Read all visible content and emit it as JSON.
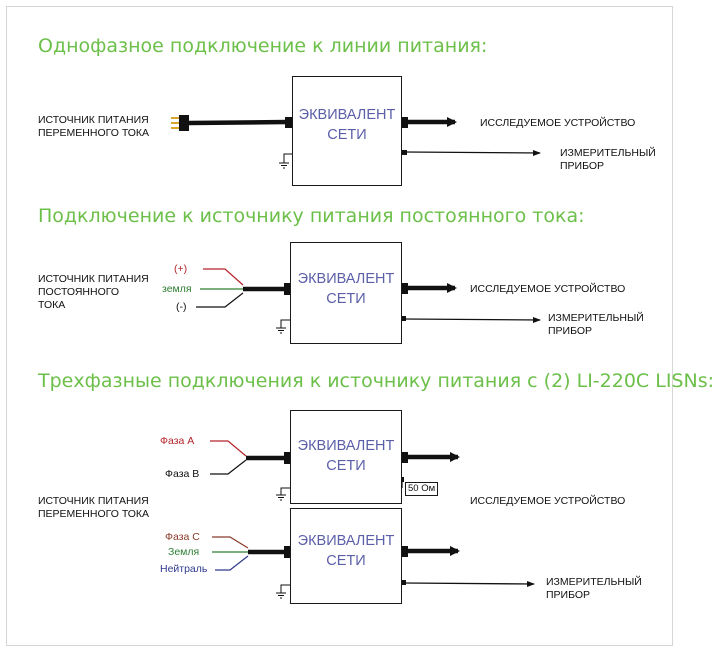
{
  "section1": {
    "title": "Однофазное подключение к линии питания:",
    "source": [
      "ИСТОЧНИК ПИТАНИЯ",
      "ПЕРЕМЕННОГО ТОКА"
    ],
    "box": [
      "ЭКВИВАЛЕНТ",
      "СЕТИ"
    ],
    "device": "ИССЛЕДУЕМОЕ УСТРОЙСТВО",
    "meter": [
      "ИЗМЕРИТЕЛЬНЫЙ",
      "ПРИБОР"
    ]
  },
  "section2": {
    "title": "Подключение к источнику питания постоянного тока:",
    "source": [
      "ИСТОЧНИК ПИТАНИЯ",
      "ПОСТОЯННОГО",
      "ТОКА"
    ],
    "plus": "(+)",
    "ground": "земля",
    "minus": "(-)",
    "box": [
      "ЭКВИВАЛЕНТ",
      "СЕТИ"
    ],
    "device": "ИССЛЕДУЕМОЕ УСТРОЙСТВО",
    "meter": [
      "ИЗМЕРИТЕЛЬНЫЙ",
      "ПРИБОР"
    ]
  },
  "section3": {
    "title": "Трехфазные подключения к источнику питания с (2) LI-220C LISNs:",
    "phase_a": "Фаза  A",
    "phase_b": "Фаза  B",
    "phase_c": "Фаза  C",
    "ground": "Земля",
    "neutral": "Нейтраль",
    "source": [
      "ИСТОЧНИК ПИТАНИЯ",
      "ПЕРЕМЕННОГО ТОКА"
    ],
    "box_top": [
      "ЭКВИВАЛЕНТ",
      "СЕТИ"
    ],
    "box_bottom": [
      "ЭКВИВАЛЕНТ",
      "СЕТИ"
    ],
    "resistor": "50 Ом",
    "device": "ИССЛЕДУЕМОЕ УСТРОЙСТВО",
    "meter": [
      "ИЗМЕРИТЕЛЬНЫЙ",
      "ПРИБОР"
    ]
  },
  "colors": {
    "heading": "#6cc04a",
    "box_text": "#5b5fa8",
    "wire_red": "#b3242a",
    "wire_green": "#2e7d32",
    "wire_blue": "#2e3a8c",
    "wire_black": "#111111",
    "plug_pin": "#d8a62a"
  }
}
